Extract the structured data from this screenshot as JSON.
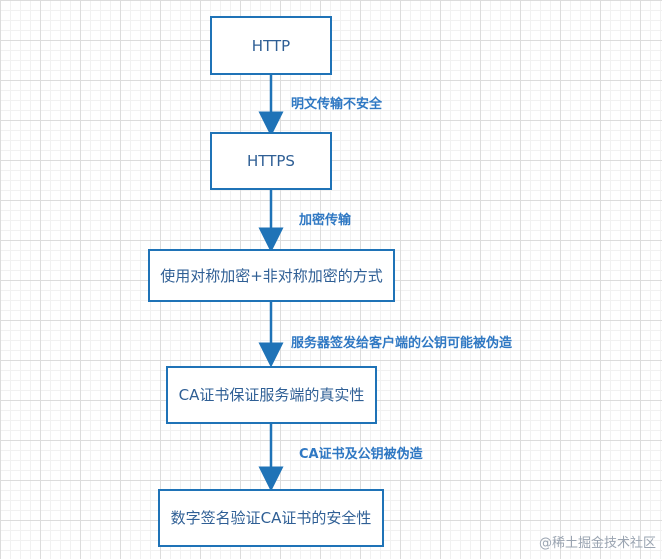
{
  "nodes": {
    "http": "HTTP",
    "https": "HTTPS",
    "hybrid": "使用对称加密+非对称加密的方式",
    "ca": "CA证书保证服务端的真实性",
    "signature": "数字签名验证CA证书的安全性"
  },
  "edges": {
    "e1": "明文传输不安全",
    "e2": "加密传输",
    "e3": "服务器签发给客户端的公钥可能被伪造",
    "e4": "CA证书及公钥被伪造"
  },
  "watermark": "@稀土掘金技术社区",
  "colors": {
    "box_border": "#1f73b7",
    "arrow": "#1f73b7",
    "label": "#2f78c3",
    "node_text": "#2f5f95"
  }
}
